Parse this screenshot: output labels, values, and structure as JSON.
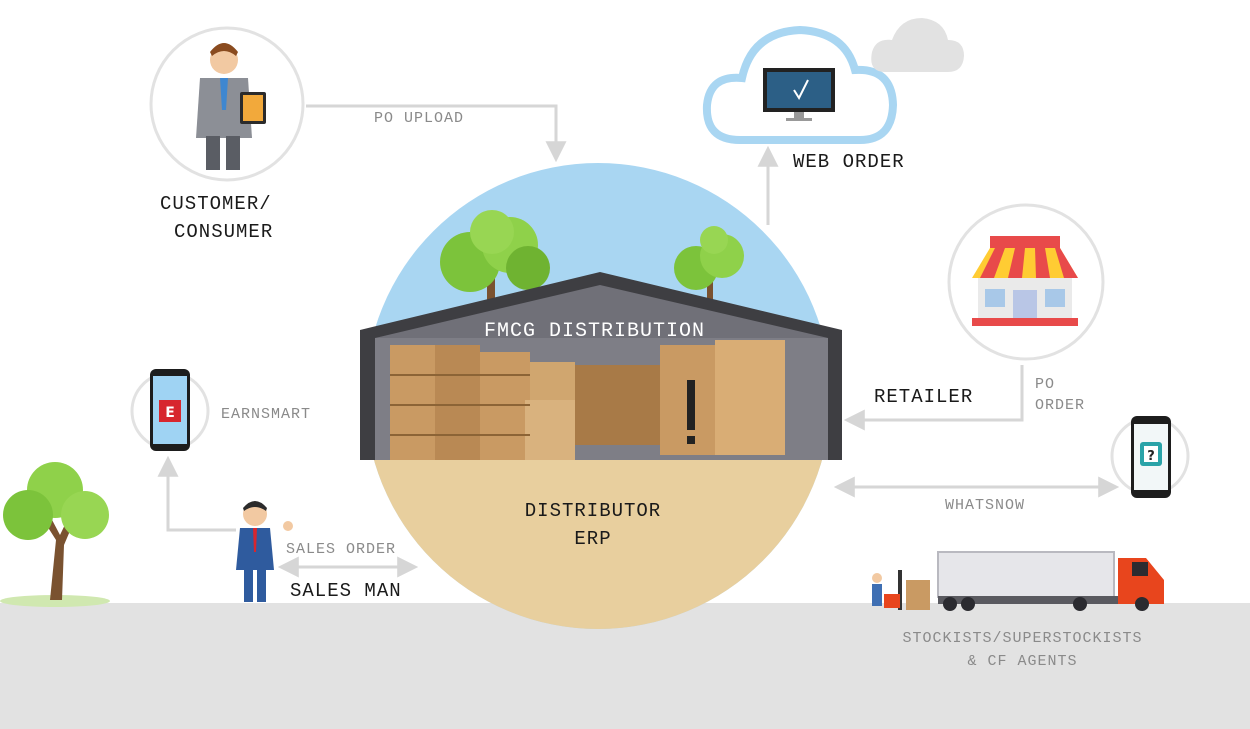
{
  "center": {
    "building_label": "FMCG DISTRIBUTION",
    "erp_line1": "DISTRIBUTOR",
    "erp_line2": "ERP"
  },
  "nodes": {
    "customer_line1": "CUSTOMER/",
    "customer_line2": "CONSUMER",
    "web_order": "WEB ORDER",
    "retailer": "RETAILER",
    "earnsmart": "EARNSMART",
    "sales_man": "SALES MAN",
    "stockists_line1": "STOCKISTS/SUPERSTOCKISTS",
    "stockists_line2": "& CF AGENTS"
  },
  "flows": {
    "po_upload": "PO UPLOAD",
    "po_order_line1": "PO",
    "po_order_line2": "ORDER",
    "whatsnow": "WHATSNOW",
    "sales_order": "SALES ORDER"
  },
  "icons": {
    "earnsmart_letter": "E",
    "whatsnow_glyph": "?"
  },
  "colors": {
    "sky": "#a9d6f2",
    "sand": "#e8cf9e",
    "ground": "#e2e2e2",
    "arrow": "#d6d6d6",
    "tree_green": "#7cc33b",
    "truck_orange": "#e8451d",
    "earnsmart_red": "#d7262e",
    "whatsnow_teal": "#2aa3a8"
  }
}
